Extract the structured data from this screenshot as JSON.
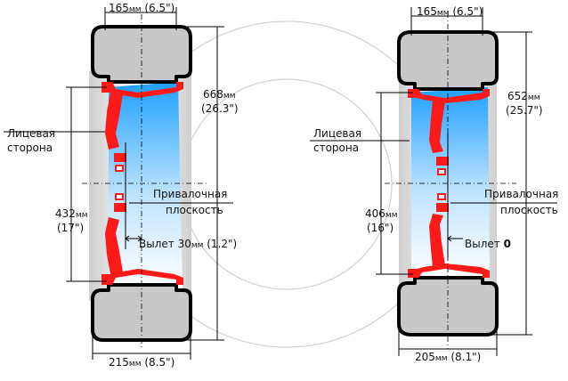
{
  "left_wheel": {
    "tread_width_value": "165",
    "tread_width_unit": "мм",
    "tread_width_inch": " (6.5\")",
    "outer_diameter_value": "668",
    "outer_diameter_unit": "мм",
    "outer_diameter_inch": "(26.3\")",
    "rim_diameter_value": "432",
    "rim_diameter_unit": "мм",
    "rim_diameter_inch": "(17\")",
    "face_label_line1": "Лицевая",
    "face_label_line2": "сторона",
    "mount_label_line1": "Привалочная",
    "mount_label_line2": "плоскость",
    "offset_label": "Вылет 30",
    "offset_unit": "мм",
    "offset_inch": " (1.2\")",
    "section_width_value": "215",
    "section_width_unit": "мм",
    "section_width_inch": " (8.5\")"
  },
  "right_wheel": {
    "tread_width_value": "165",
    "tread_width_unit": "мм",
    "tread_width_inch": " (6.5\")",
    "outer_diameter_value": "652",
    "outer_diameter_unit": "мм",
    "outer_diameter_inch": "(25.7\")",
    "rim_diameter_value": "406",
    "rim_diameter_unit": "мм",
    "rim_diameter_inch": "(16\")",
    "face_label_line1": "Лицевая",
    "face_label_line2": "сторона",
    "mount_label_line1": "Привалочная",
    "mount_label_line2": "плоскость",
    "offset_label": "Вылет ",
    "offset_value": "0",
    "section_width_value": "205",
    "section_width_unit": "мм",
    "section_width_inch": " (8.1\")"
  },
  "colors": {
    "rim": "#ff1a1a",
    "tire_fill": "#c8c8c8",
    "tire_outline": "#000000",
    "rim_barrel_top": "#2aa8ff",
    "rim_barrel_bottom": "#ffffff",
    "guide_circle": "#d0d0d0"
  }
}
